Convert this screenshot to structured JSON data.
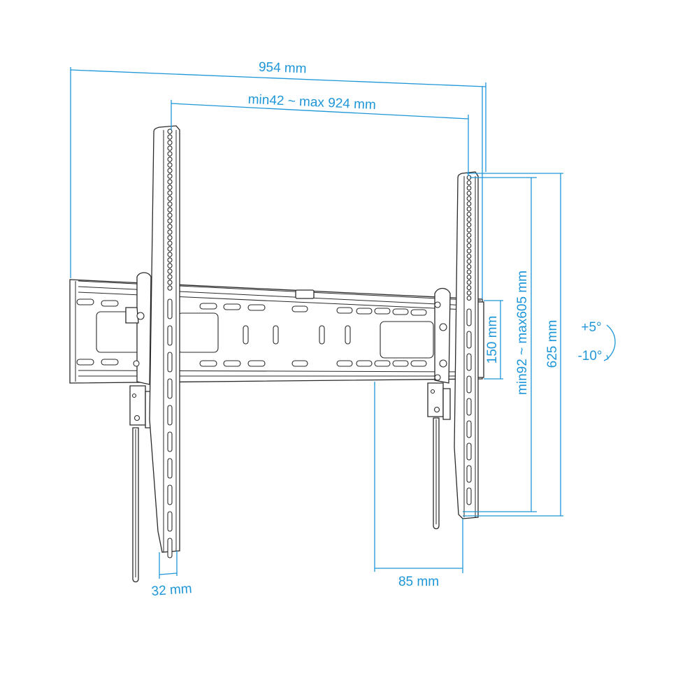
{
  "diagram": {
    "type": "technical-dimension-drawing",
    "subject": "tilting TV wall mount",
    "accent_color": "#1e96d8",
    "line_color": "#2a2a2a"
  },
  "dimensions": {
    "overall_width": "954 mm",
    "arm_spacing": "min42 ~ max 924 mm",
    "wall_plate_height": "150 mm",
    "vertical_pattern": "min92 ~ max605 mm",
    "overall_height": "625 mm",
    "arm_width": "32 mm",
    "wall_distance": "85 mm"
  },
  "tilt": {
    "up": "+5°",
    "down": "-10°"
  }
}
